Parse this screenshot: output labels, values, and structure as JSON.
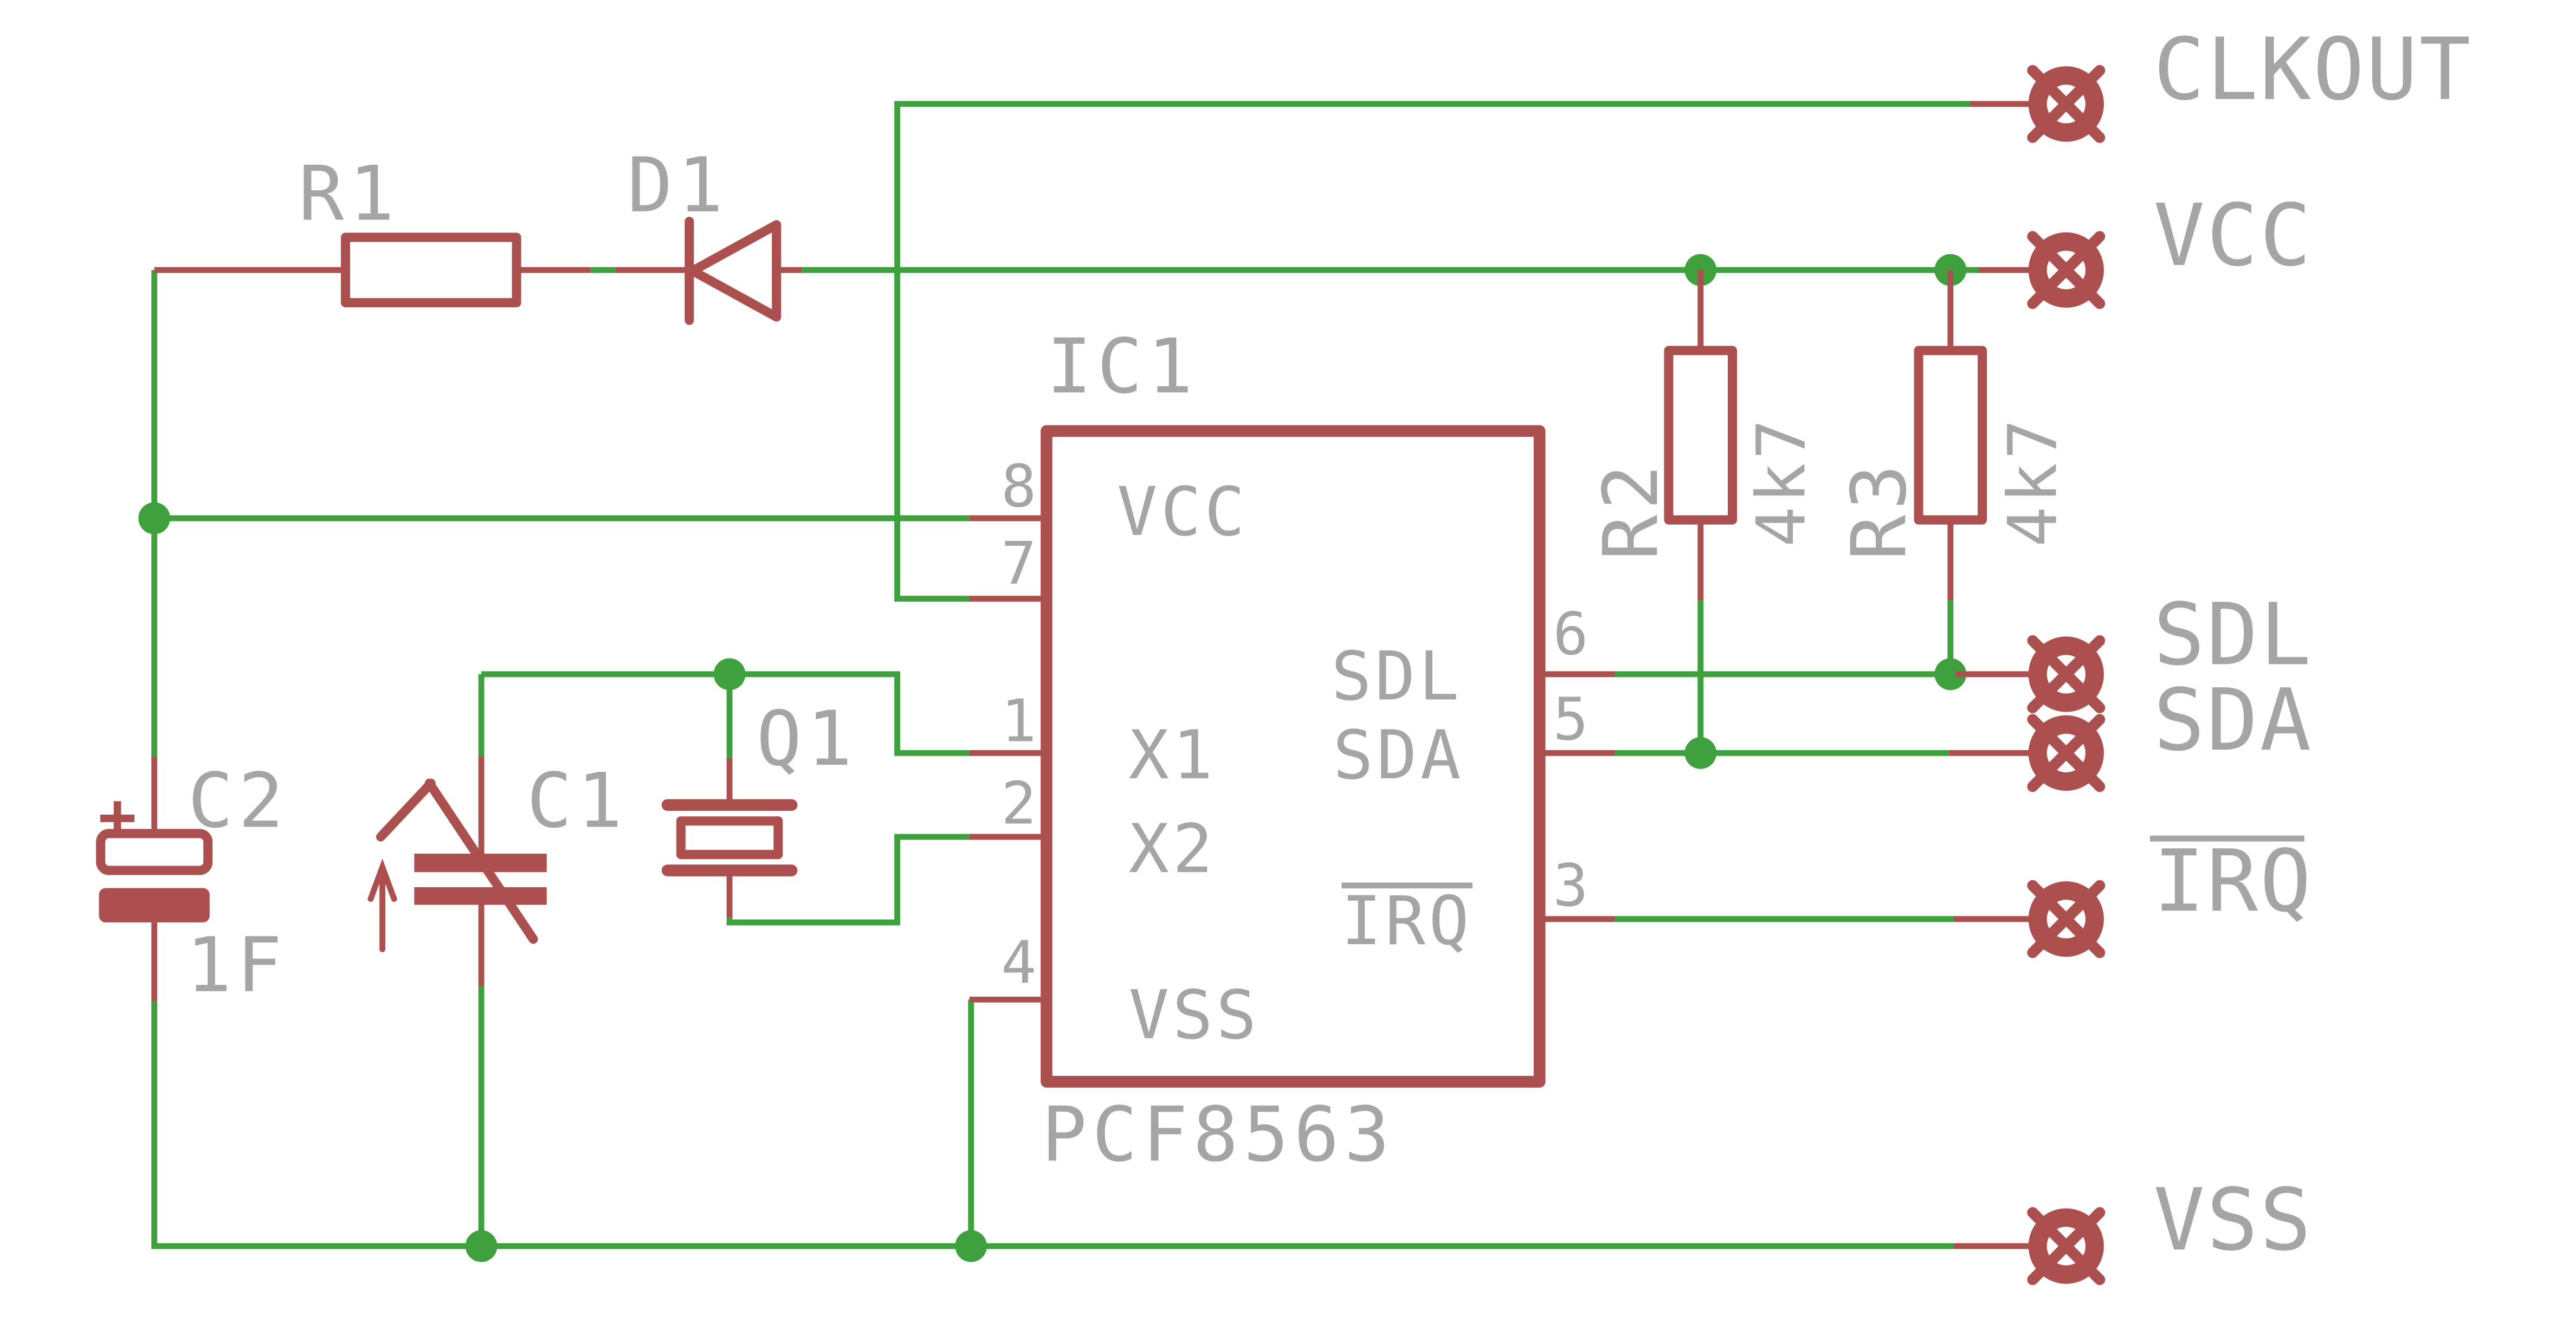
{
  "colors": {
    "bg": "#ffffff",
    "wire": "#3ea13e",
    "part": "#ac4f4f",
    "label": "#a5a5a5"
  },
  "ports": {
    "clkout": {
      "label": "CLKOUT"
    },
    "vcc": {
      "label": "VCC"
    },
    "sdl": {
      "label": "SDL"
    },
    "sda": {
      "label": "SDA"
    },
    "irq": {
      "label": "IRQ",
      "overline": true
    },
    "vss": {
      "label": "VSS"
    }
  },
  "ic1": {
    "refdes": "IC1",
    "part": "PCF8563",
    "left_pins": [
      {
        "number": "8",
        "name": "VCC"
      },
      {
        "number": "7",
        "name": ""
      },
      {
        "number": "1",
        "name": "X1"
      },
      {
        "number": "2",
        "name": "X2"
      },
      {
        "number": "4",
        "name": "VSS"
      }
    ],
    "right_pins": [
      {
        "number": "6",
        "name": "SDL"
      },
      {
        "number": "5",
        "name": "SDA"
      },
      {
        "number": "3",
        "name": "IRQ",
        "overline": true
      }
    ]
  },
  "r1": {
    "refdes": "R1"
  },
  "d1": {
    "refdes": "D1"
  },
  "r2": {
    "refdes": "R2",
    "value": "4k7"
  },
  "r3": {
    "refdes": "R3",
    "value": "4k7"
  },
  "q1": {
    "refdes": "Q1"
  },
  "c1": {
    "refdes": "C1"
  },
  "c2": {
    "refdes": "C2",
    "value": "1F",
    "polarity_mark": "+"
  }
}
